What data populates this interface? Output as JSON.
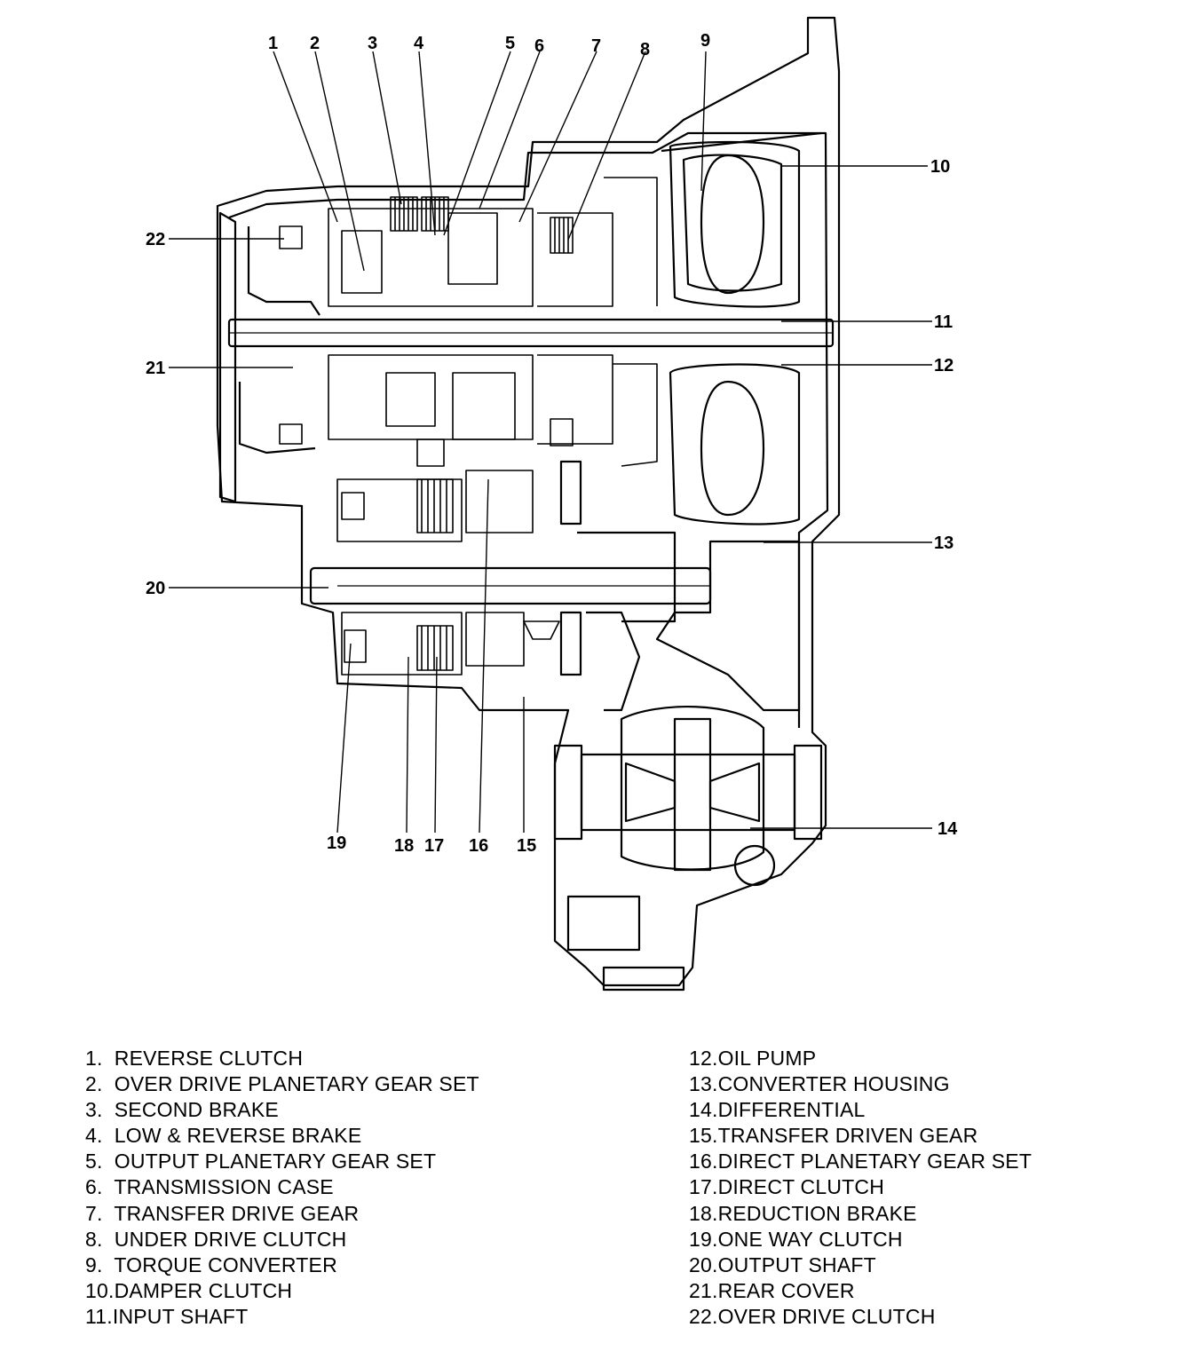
{
  "callouts": [
    "1",
    "2",
    "3",
    "4",
    "5",
    "6",
    "7",
    "8",
    "9",
    "10",
    "11",
    "12",
    "13",
    "14",
    "15",
    "16",
    "17",
    "18",
    "19",
    "20",
    "21",
    "22"
  ],
  "legend": {
    "left": [
      "1.  REVERSE CLUTCH",
      "2.  OVER DRIVE PLANETARY GEAR SET",
      "3.  SECOND BRAKE",
      "4.  LOW & REVERSE BRAKE",
      "5.  OUTPUT PLANETARY GEAR SET",
      "6.  TRANSMISSION CASE",
      "7.  TRANSFER DRIVE GEAR",
      "8.  UNDER DRIVE CLUTCH",
      "9.  TORQUE CONVERTER",
      "10.DAMPER CLUTCH",
      "11.INPUT SHAFT"
    ],
    "right": [
      "12.OIL PUMP",
      "13.CONVERTER HOUSING",
      "14.DIFFERENTIAL",
      "15.TRANSFER DRIVEN GEAR",
      "16.DIRECT PLANETARY GEAR SET",
      "17.DIRECT CLUTCH",
      "18.REDUCTION BRAKE",
      "19.ONE WAY CLUTCH",
      "20.OUTPUT SHAFT",
      "21.REAR COVER",
      "22.OVER DRIVE CLUTCH"
    ]
  }
}
